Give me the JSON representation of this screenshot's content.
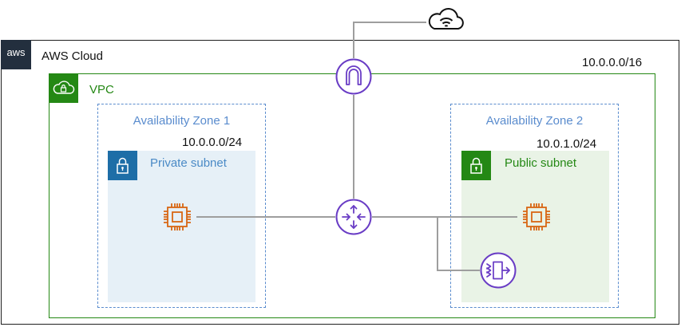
{
  "aws_cloud": {
    "logo_text": "aws",
    "title": "AWS Cloud"
  },
  "vpc": {
    "label": "VPC",
    "cidr": "10.0.0.0/16"
  },
  "az1": {
    "label": "Availability Zone 1",
    "subnet_cidr": "10.0.0.0/24",
    "subnet_label": "Private subnet"
  },
  "az2": {
    "label": "Availability Zone 2",
    "subnet_cidr": "10.0.1.0/24",
    "subnet_label": "Public subnet"
  },
  "colors": {
    "aws_dark": "#232f3e",
    "vpc_green": "#248814",
    "az_blue": "#5a8cce",
    "private_blue": "#1e6ea7",
    "compute_orange": "#d86613",
    "network_purple": "#693cc5",
    "line_gray": "#9e9e9e"
  },
  "icons": [
    "aws-logo",
    "vpc-cloud-lock-icon",
    "padlock-icon",
    "internet-cloud-icon",
    "internet-gateway-icon",
    "router-icon",
    "ec2-instance-icon",
    "nat-gateway-icon"
  ]
}
